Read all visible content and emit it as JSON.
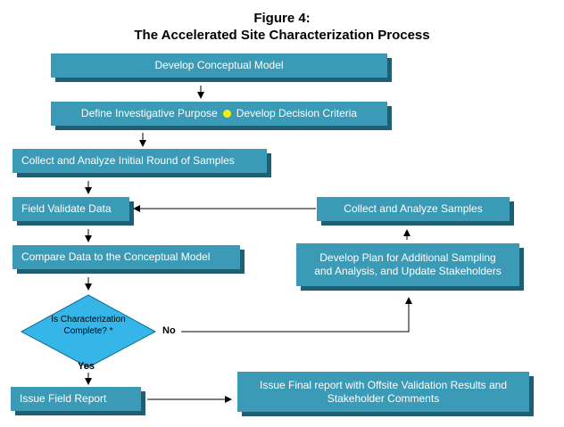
{
  "figure": {
    "label": "Figure 4:",
    "title": "The Accelerated Site Characterization Process"
  },
  "steps": {
    "develop_model": "Develop Conceptual Model",
    "define_purpose": "Define Investigative Purpose",
    "decision_criteria": "Develop Decision Criteria",
    "collect_initial": "Collect and Analyze Initial Round of Samples",
    "field_validate": "Field Validate Data",
    "compare": "Compare Data to the Conceptual Model",
    "decision": "Is Characterization Complete? *",
    "collect_samples": "Collect and Analyze Samples",
    "plan_line1": "Develop Plan for Additional Sampling",
    "plan_line2": "and Analysis, and Update Stakeholders",
    "field_report": "Issue Field Report",
    "final_line1": "Issue Final report with Offsite Validation Results and",
    "final_line2": "Stakeholder Comments"
  },
  "labels": {
    "no": "No",
    "yes": "Yes"
  },
  "colors": {
    "box": "#3b9ab5",
    "shadow": "#1f5f73",
    "bullet": "#f3f300"
  }
}
